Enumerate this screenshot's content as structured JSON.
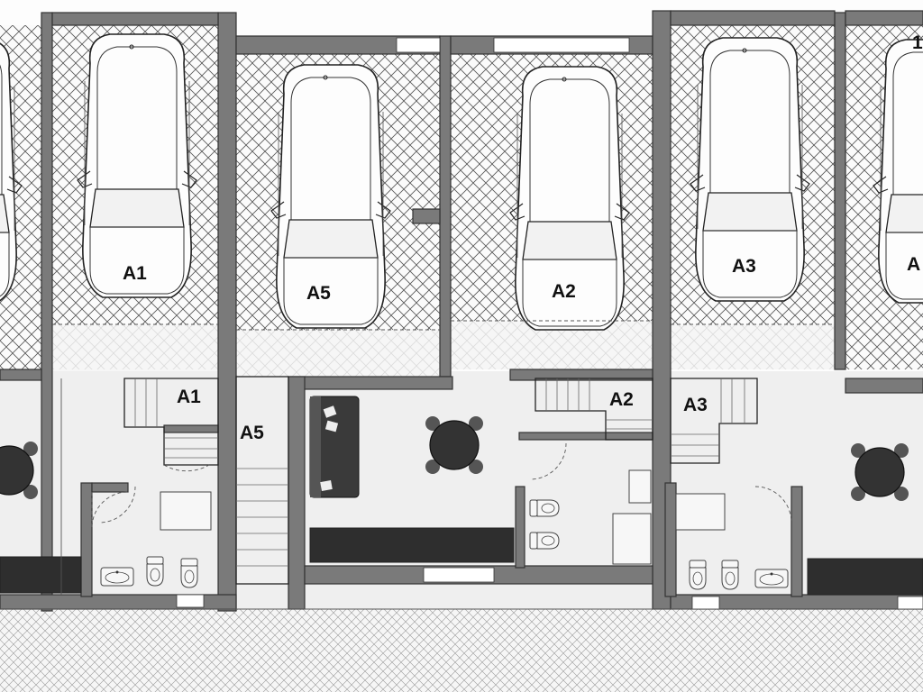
{
  "units": [
    {
      "id": "garage-a1",
      "label": "A1"
    },
    {
      "id": "garage-a5",
      "label": "A5"
    },
    {
      "id": "garage-a2",
      "label": "A2"
    },
    {
      "id": "garage-a3",
      "label": "A3"
    },
    {
      "id": "garage-a4-partial",
      "label": "A"
    }
  ],
  "stair_labels": [
    {
      "id": "stair-a1",
      "label": "A1"
    },
    {
      "id": "stair-a5",
      "label": "A5"
    },
    {
      "id": "stair-a2",
      "label": "A2"
    },
    {
      "id": "stair-a3",
      "label": "A3"
    }
  ],
  "edge_text": "1",
  "colors": {
    "wall": "#7a7a7a",
    "hatch": "#555555",
    "counter": "#2e2e2e",
    "table": "#333333",
    "floor": "#efefef"
  }
}
